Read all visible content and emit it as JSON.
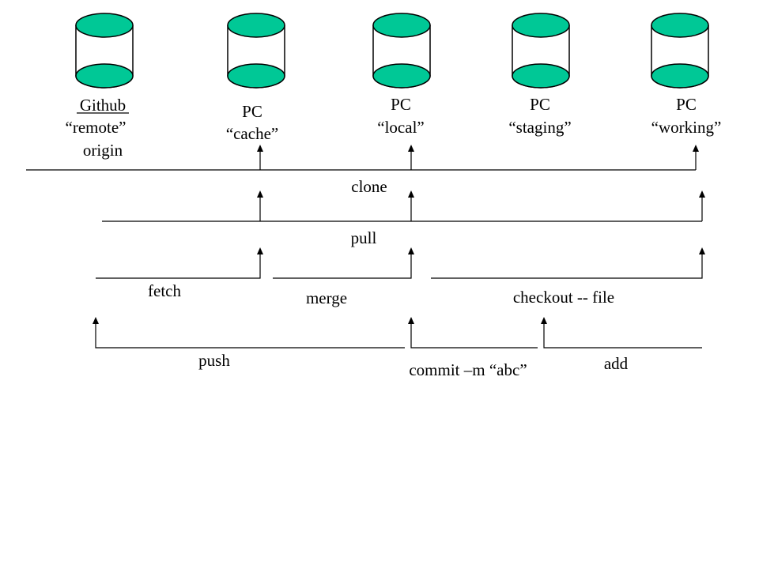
{
  "colors": {
    "cylinder_fill": "#00C896",
    "stroke": "#000000",
    "background": "#ffffff"
  },
  "repositories": [
    {
      "id": "github",
      "lines": [
        "Github",
        "“remote”",
        "origin"
      ],
      "underline_first": true
    },
    {
      "id": "cache",
      "lines": [
        "PC",
        "“cache”"
      ]
    },
    {
      "id": "local",
      "lines": [
        "PC",
        "“local”"
      ]
    },
    {
      "id": "staging",
      "lines": [
        "PC",
        "“staging”"
      ]
    },
    {
      "id": "working",
      "lines": [
        "PC",
        "“working”"
      ]
    }
  ],
  "commands": {
    "clone": "clone",
    "pull": "pull",
    "fetch": "fetch",
    "merge": "merge",
    "checkout": "checkout -- file",
    "push": "push",
    "commit": "commit –m “abc”",
    "add": "add"
  }
}
